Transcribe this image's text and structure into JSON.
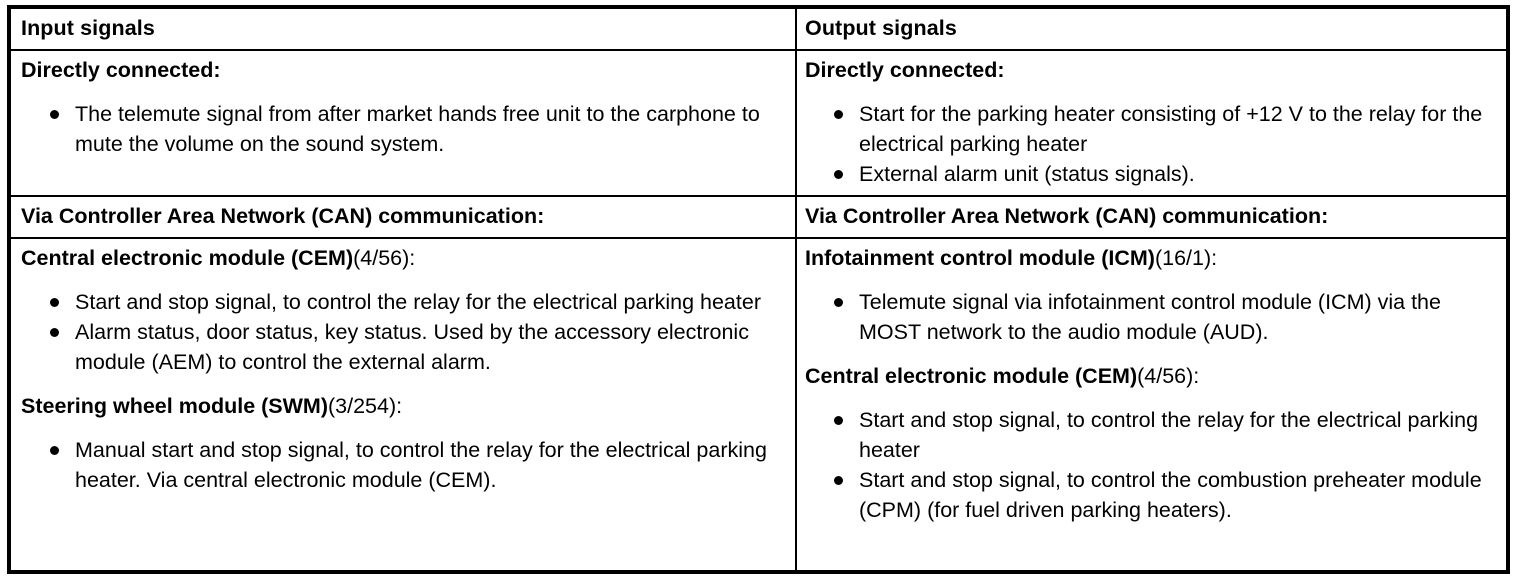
{
  "table": {
    "columns": [
      {
        "id": "input",
        "header": "Input signals"
      },
      {
        "id": "output",
        "header": "Output signals"
      }
    ],
    "rows": {
      "direct": {
        "input": {
          "heading": "Directly connected:",
          "bullets": [
            "The telemute signal from after market hands free unit to the carphone to mute the volume on the sound system."
          ]
        },
        "output": {
          "heading": "Directly connected:",
          "bullets": [
            "Start for the parking heater consisting of +12 V to the relay for the electrical parking heater",
            "External alarm unit (status signals)."
          ]
        }
      },
      "can_header": {
        "input": "Via Controller Area Network (CAN) communication:",
        "output": "Via Controller Area Network (CAN) communication:"
      },
      "can_body": {
        "input": {
          "sections": [
            {
              "title_bold": "Central electronic module (CEM)",
              "title_plain": "(4/56):",
              "bullets": [
                "Start and stop signal, to control the relay for the electrical parking heater",
                "Alarm status, door status, key status. Used by the accessory electronic module (AEM) to control the external alarm."
              ]
            },
            {
              "title_bold": "Steering wheel module (SWM)",
              "title_plain": "(3/254):",
              "bullets": [
                "Manual start and stop signal, to control the relay for the electrical parking heater. Via central electronic module (CEM)."
              ]
            }
          ]
        },
        "output": {
          "sections": [
            {
              "title_bold": "Infotainment control module (ICM)",
              "title_plain": "(16/1):",
              "bullets": [
                "Telemute signal via infotainment control module (ICM) via the MOST network to the audio module (AUD)."
              ]
            },
            {
              "title_bold": "Central electronic module (CEM)",
              "title_plain": "(4/56):",
              "bullets": [
                "Start and stop signal, to control the relay for the electrical parking heater",
                "Start and stop signal, to control the combustion preheater module (CPM) (for fuel driven parking heaters)."
              ]
            }
          ]
        }
      }
    }
  },
  "colors": {
    "border": "#000000",
    "text": "#000000",
    "background": "#ffffff"
  }
}
